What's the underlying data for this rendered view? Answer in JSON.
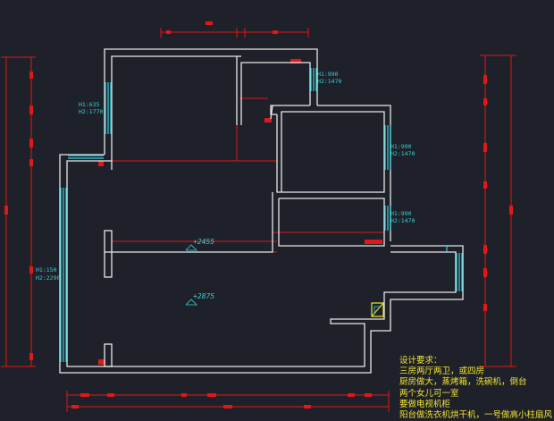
{
  "window_labels": {
    "top_left_room": [
      "H1:635",
      "H2:1770"
    ],
    "top_right_small": [
      "H1:990",
      "H2:1470"
    ],
    "right_room_upper": [
      "H1:990",
      "H2:1470"
    ],
    "right_room_lower": [
      "H1:990",
      "H2:1470"
    ],
    "left_living": [
      "H1:150",
      "H2:2290"
    ]
  },
  "elevations": {
    "upper": "+2455",
    "lower": "+2875"
  },
  "requirements": {
    "title": "设计要求：",
    "lines": [
      "三房两厅两卫，或四房",
      "厨房做大，蒸烤箱，洗碗机，倒台",
      "两个女儿可一室",
      "要做电视机柜",
      "阳台做洗衣机烘干机，一号做高小柱扇风"
    ]
  },
  "colors": {
    "background": "#1e2129",
    "wall": "#e8e8e8",
    "dimension": "#e01818",
    "window": "#35d3df",
    "note_text": "#f2e531"
  }
}
